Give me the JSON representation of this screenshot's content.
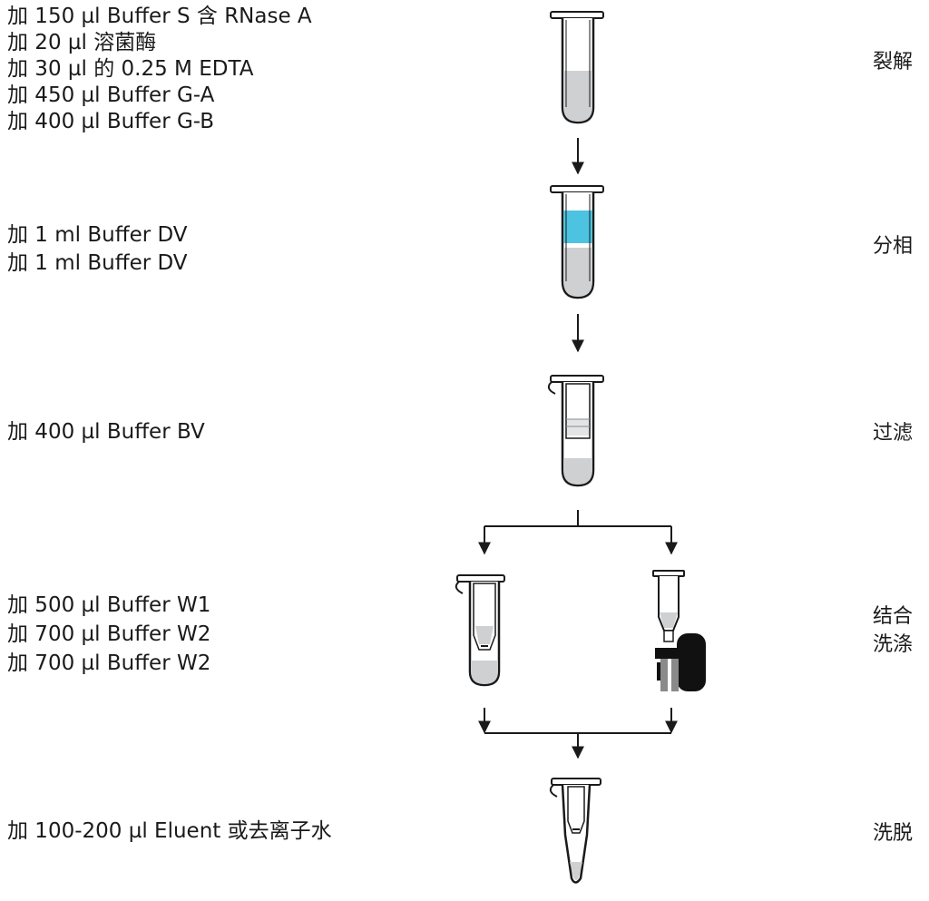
{
  "colors": {
    "ink": "#1a1a1a",
    "liquid_gray": "#cfd0d2",
    "liquid_blue": "#4cc3e0",
    "dark_part": "#111111",
    "mid_gray": "#8a8a8a"
  },
  "steps": [
    {
      "label_lines": [
        "裂解"
      ],
      "reagents": [
        "加 150 µl Buffer S 含 RNase A",
        "加 20 µl  溶菌酶",
        "加 30 µl 的 0.25 M EDTA",
        "加 450 µl Buffer G-A",
        "加 400 µl Buffer G-B"
      ],
      "icons": [
        "tube-icon"
      ]
    },
    {
      "label_lines": [
        "分相"
      ],
      "reagents": [
        "加 1 ml Buffer DV",
        "加 1 ml Buffer DV"
      ],
      "icons": [
        "tube-blue-phase-icon"
      ]
    },
    {
      "label_lines": [
        "过滤"
      ],
      "reagents": [
        "加 400 µl Buffer BV"
      ],
      "icons": [
        "filter-column-icon"
      ]
    },
    {
      "label_lines": [
        "结合",
        "洗涤"
      ],
      "reagents": [
        "加 500 µl Buffer W1",
        "加 700 µl Buffer W2",
        "加 700 µl Buffer W2"
      ],
      "icons": [
        "spin-column-tube-icon",
        "vacuum-manifold-column-icon"
      ]
    },
    {
      "label_lines": [
        "洗脱"
      ],
      "reagents": [
        "加 100-200 µl Eluent 或去离子水"
      ],
      "icons": [
        "elution-tube-icon"
      ]
    }
  ]
}
